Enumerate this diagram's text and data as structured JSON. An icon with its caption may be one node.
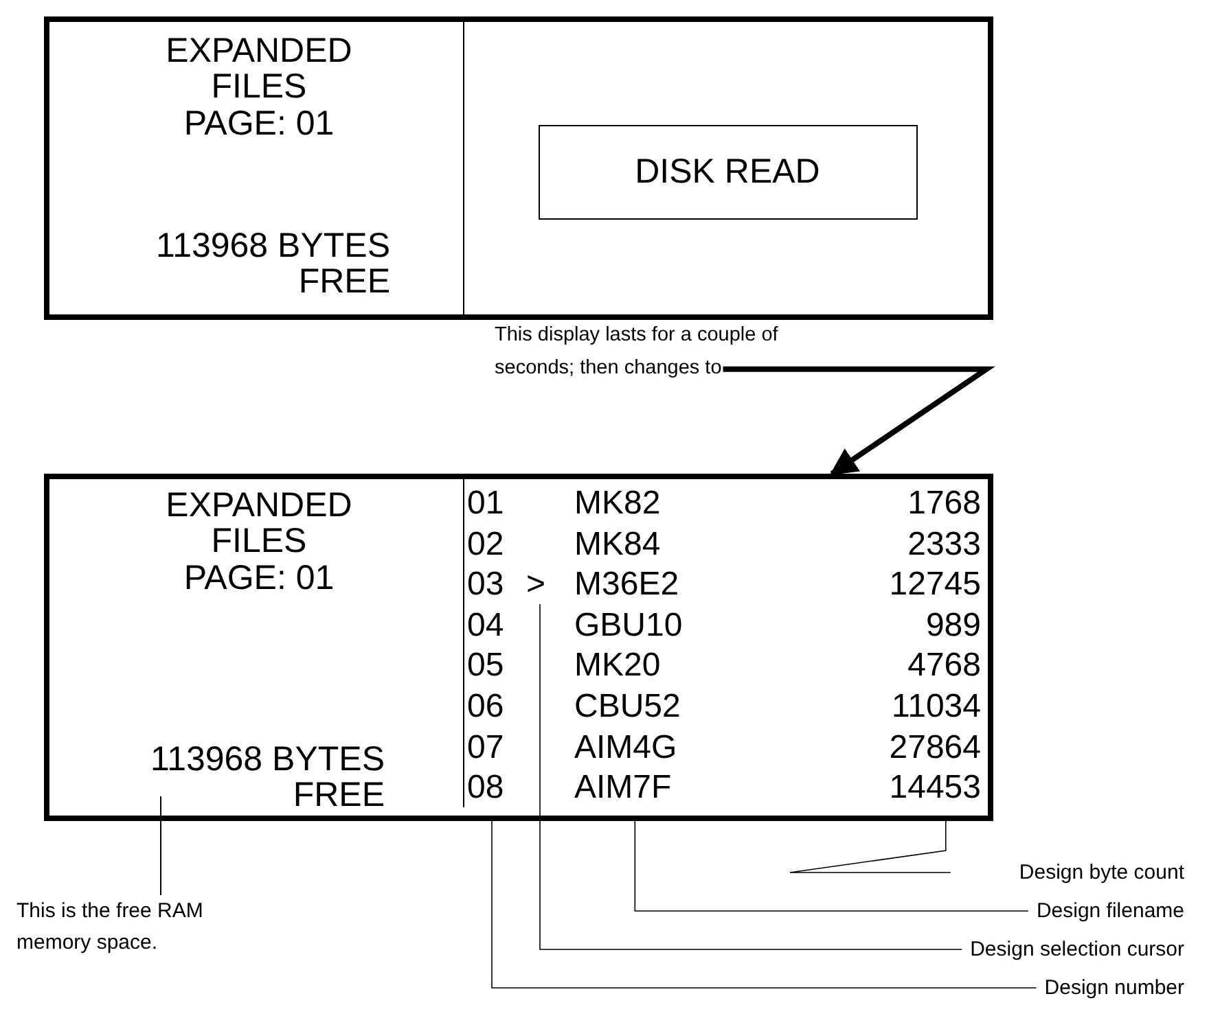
{
  "diagram": {
    "nodes": [
      {
        "text": [
          "EXPANDED FILES PAGE: 01",
          "113968 BYTES FREE"
        ]
      },
      {
        "text": [
          "DISK READ"
        ],
        "in": 0
      },
      {
        "text": [
          "This display lasts for a couple of seconds; then changes to"
        ]
      },
      {
        "text": [
          "EXPANDED FILES PAGE: 01"
        ]
      },
      {
        "text": [
          "113968 BYTES FREE"
        ],
        "in": 3
      },
      {
        "text": [
          "01",
          "02",
          "03",
          "04",
          "05",
          "06",
          "07",
          "08"
        ],
        "in": 3
      },
      {
        "text": [
          ">"
        ],
        "in": 3
      },
      {
        "text": [
          "MK82",
          "MK84",
          "M36E2",
          "GBU10",
          "MK20",
          "CBU52",
          "AIM4G",
          "AIM7F"
        ],
        "in": 3
      },
      {
        "text": [
          "1768",
          "2333",
          "12745",
          "989",
          "4768",
          "11034",
          "27864",
          "14453"
        ],
        "in": 3
      },
      {
        "text": [
          "This is the free RAM memory space."
        ]
      },
      {
        "text": [
          "Design byte count"
        ]
      },
      {
        "text": [
          "Design filename"
        ]
      },
      {
        "text": [
          "Design selection cursor"
        ]
      },
      {
        "text": [
          "Design number"
        ]
      }
    ],
    "edges": [
      {
        "from": 2,
        "to": 3,
        "arrow": "to",
        "style": "thick"
      },
      {
        "from": 9,
        "to": 4,
        "arrow": "none"
      },
      {
        "from": 10,
        "to": 8,
        "arrow": "none"
      },
      {
        "from": 11,
        "to": 7,
        "arrow": "none"
      },
      {
        "from": 12,
        "to": 6,
        "arrow": "none"
      },
      {
        "from": 13,
        "to": 5,
        "arrow": "none"
      }
    ]
  }
}
